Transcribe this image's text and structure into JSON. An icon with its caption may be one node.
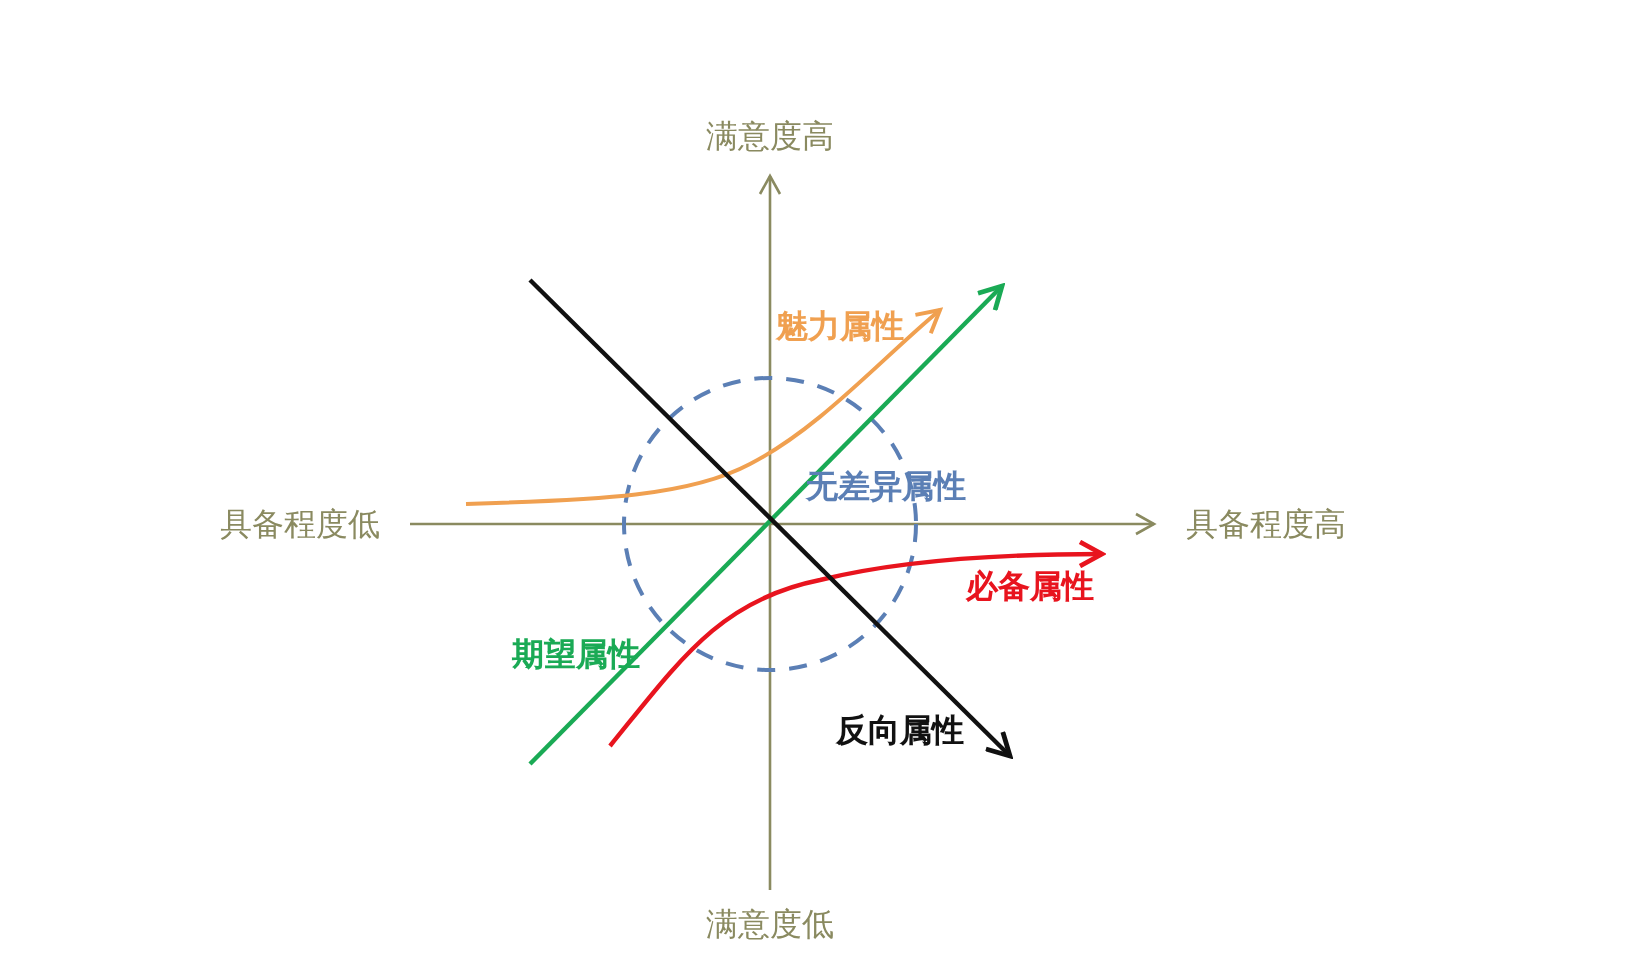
{
  "diagram": {
    "labels": [
      "满意度高",
      "魅力属性",
      "无差异属性",
      "具备程度低",
      "具备程度高",
      "必备属性",
      "期望属性",
      "反向属性",
      "满意度低"
    ]
  }
}
